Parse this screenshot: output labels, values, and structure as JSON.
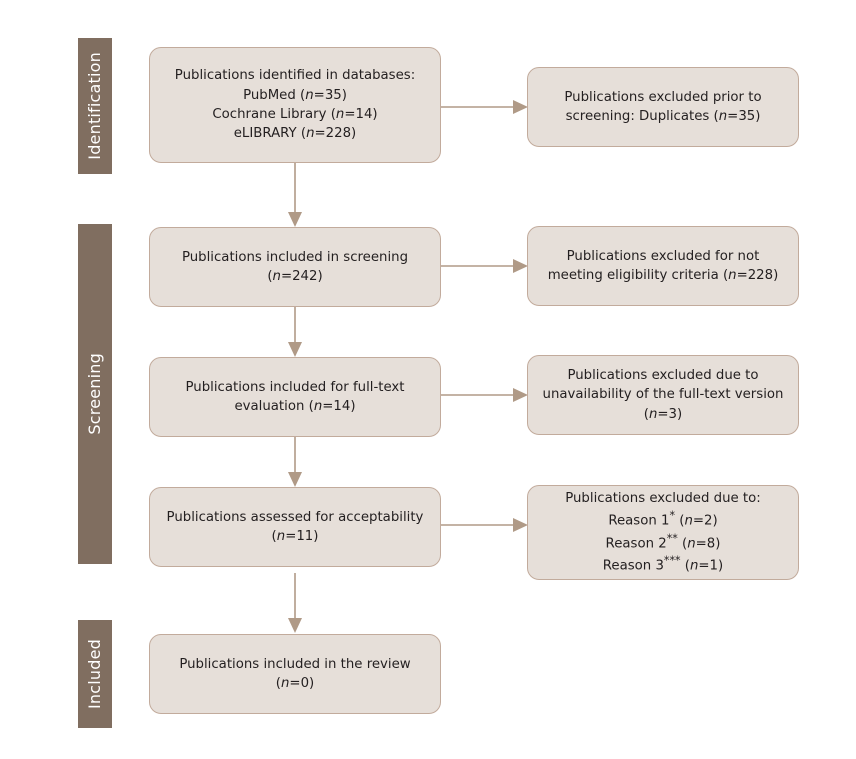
{
  "diagram": {
    "type": "prisma-flow-diagram",
    "colors": {
      "stage_bar": "#806e60",
      "stage_label_text": "#ffffff",
      "box_fill": "#e6dfd9",
      "box_border": "#c2ab9c",
      "box_text": "#231f20",
      "connector": "#b09a87",
      "background": "#ffffff"
    },
    "stages": [
      {
        "id": "identification",
        "label": "Identification"
      },
      {
        "id": "screening",
        "label": "Screening"
      },
      {
        "id": "included",
        "label": "Included"
      }
    ],
    "main_boxes": [
      {
        "id": "identified",
        "stage": "identification",
        "lines": [
          "Publications identified in databases:",
          "PubMed (n=35)",
          "Cochrane Library (n=14)",
          "eLIBRARY (n=228)"
        ],
        "counts": {
          "PubMed": 35,
          "Cochrane Library": 14,
          "eLIBRARY": 228
        }
      },
      {
        "id": "screened",
        "stage": "screening",
        "lines": [
          "Publications included in screening",
          "(n=242)"
        ],
        "counts": {
          "n": 242
        }
      },
      {
        "id": "fulltext",
        "stage": "screening",
        "lines": [
          "Publications included for full-text",
          "evaluation (n=14)"
        ],
        "counts": {
          "n": 14
        }
      },
      {
        "id": "acceptability",
        "stage": "screening",
        "lines": [
          "Publications assessed for acceptability",
          "(n=11)"
        ],
        "counts": {
          "n": 11
        }
      },
      {
        "id": "included",
        "stage": "included",
        "lines": [
          "Publications included in the review",
          "(n=0)"
        ],
        "counts": {
          "n": 0
        }
      }
    ],
    "excluded_boxes": [
      {
        "id": "excluded-duplicates",
        "from": "identified",
        "lines": [
          "Publications excluded prior to",
          "screening: Duplicates (n=35)"
        ],
        "counts": {
          "n": 35
        }
      },
      {
        "id": "excluded-eligibility",
        "from": "screened",
        "lines": [
          "Publications excluded for not",
          "meeting eligibility criteria (n=228)"
        ],
        "counts": {
          "n": 228
        }
      },
      {
        "id": "excluded-unavailable",
        "from": "fulltext",
        "lines": [
          "Publications excluded due to",
          "unavailability of the full-text version",
          "(n=3)"
        ],
        "counts": {
          "n": 3
        }
      },
      {
        "id": "excluded-reasons",
        "from": "acceptability",
        "lines": [
          "Publications excluded due to:",
          "Reason 1* (n=2)",
          "Reason 2** (n=8)",
          "Reason 3*** (n=1)"
        ],
        "counts": {
          "Reason 1*": 2,
          "Reason 2**": 8,
          "Reason 3***": 1
        }
      }
    ]
  }
}
